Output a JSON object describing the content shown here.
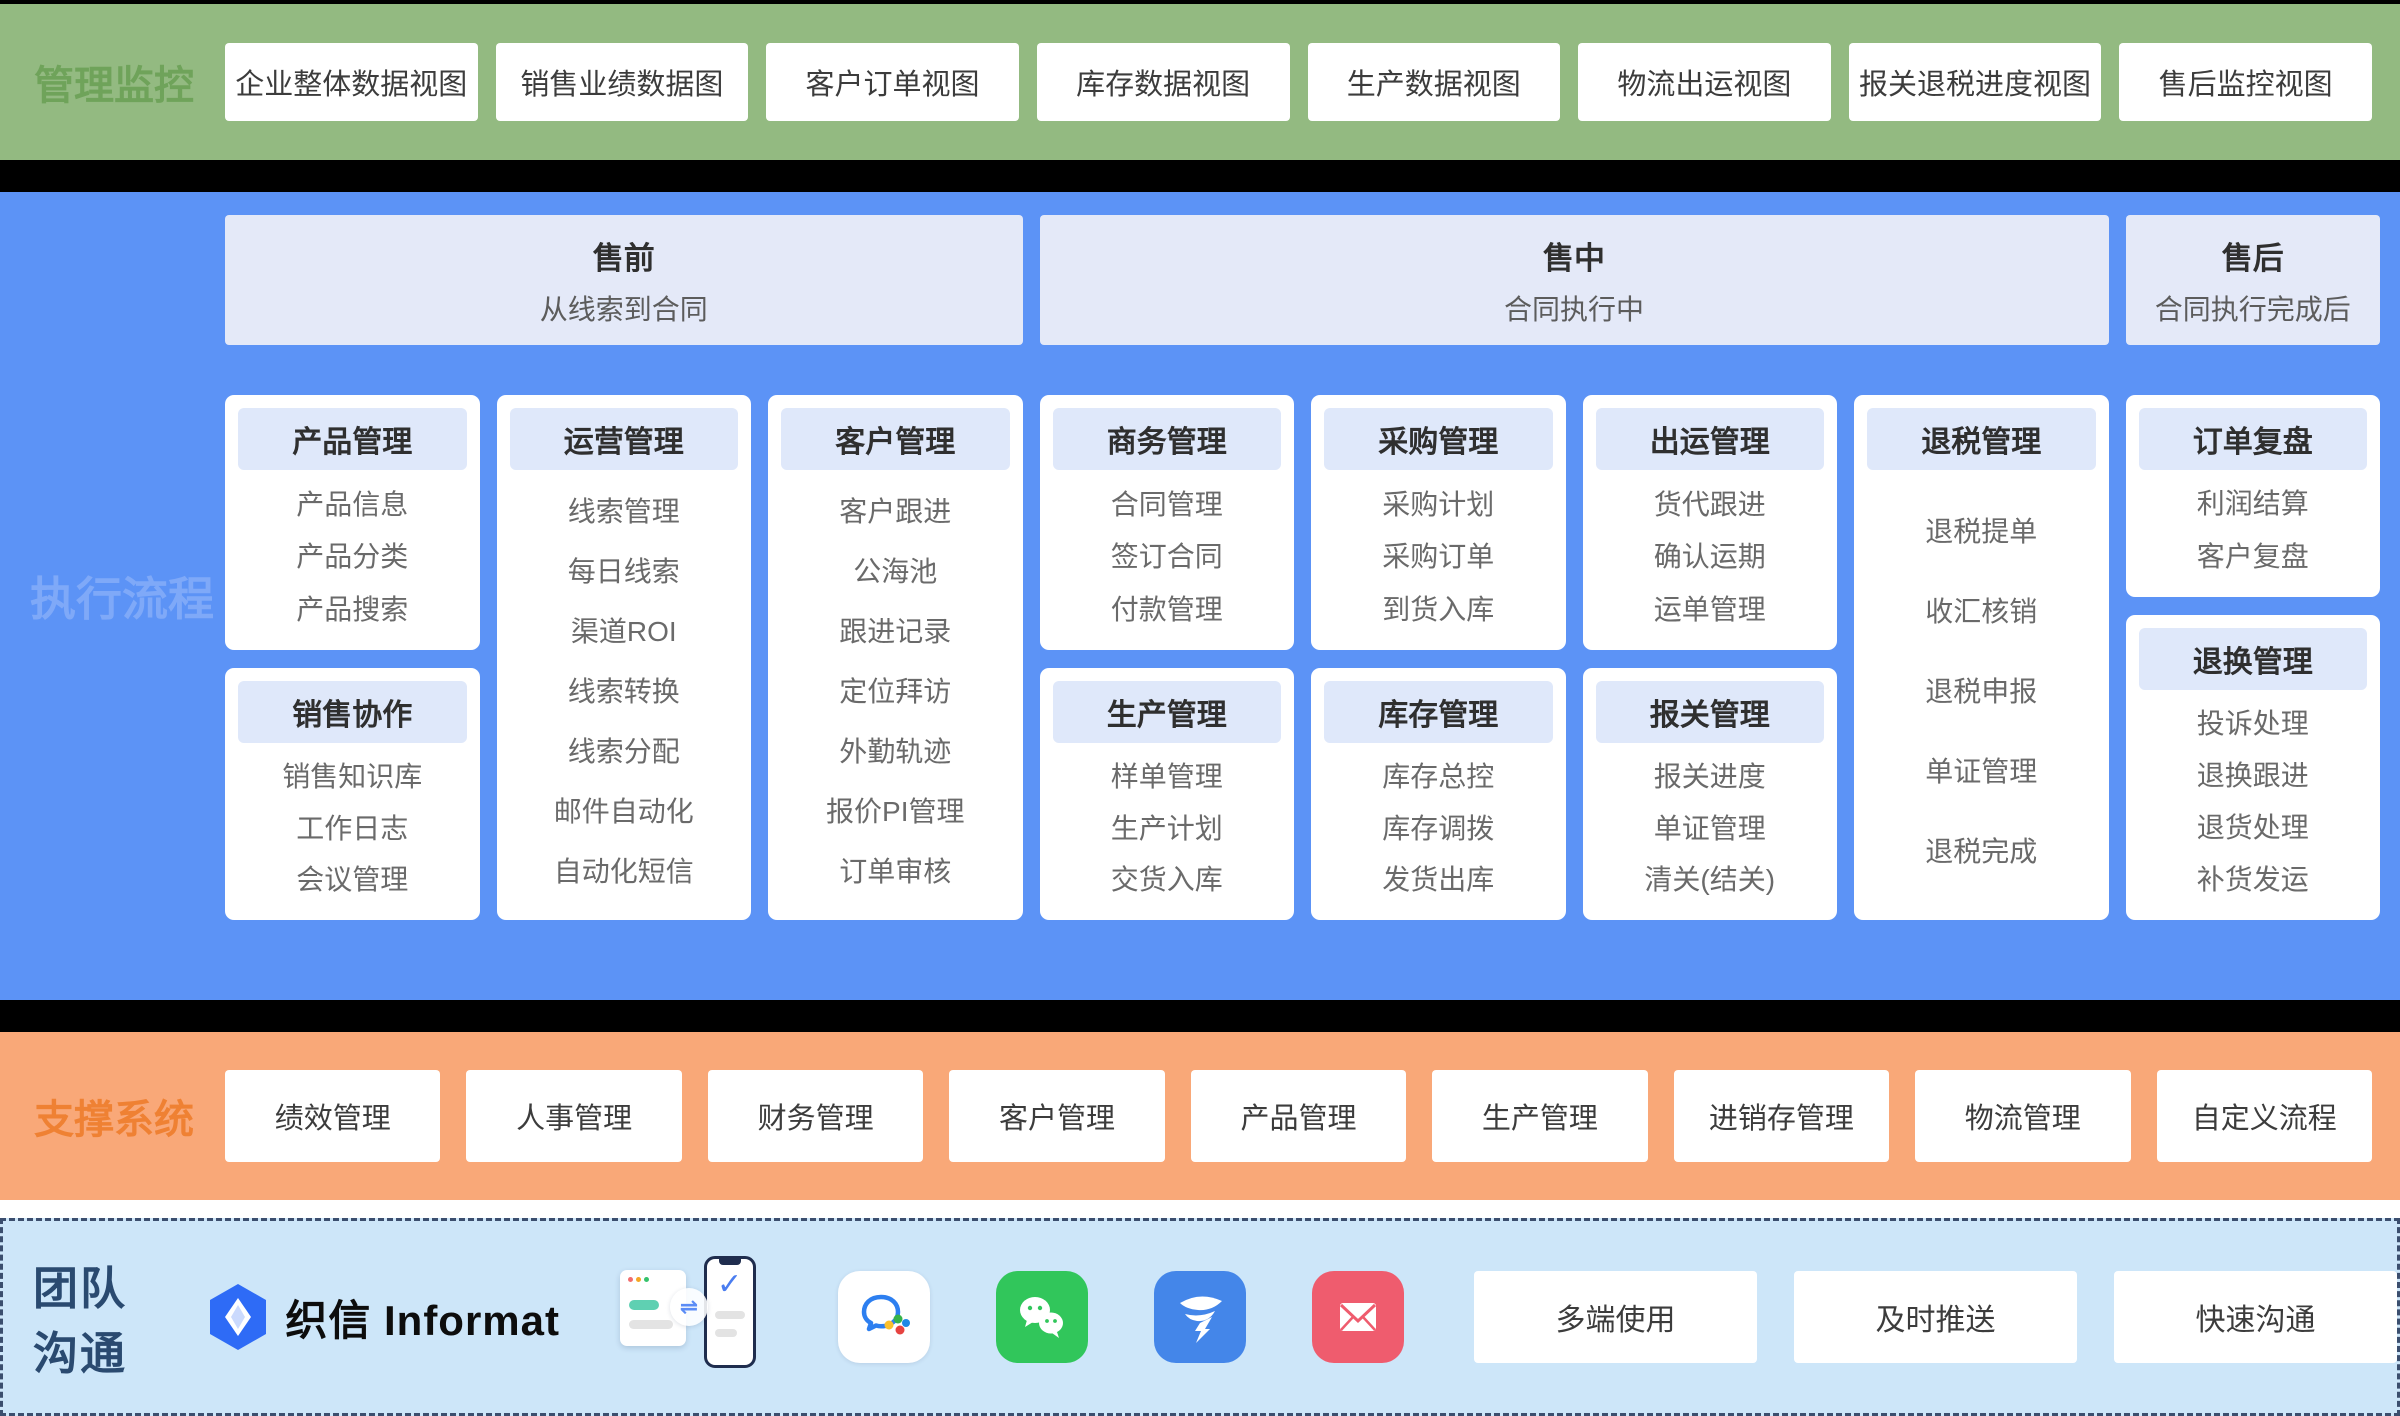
{
  "monitor": {
    "label": "管理监控",
    "items": [
      "企业整体数据视图",
      "销售业绩数据图",
      "客户订单视图",
      "库存数据视图",
      "生产数据视图",
      "物流出运视图",
      "报关退税进度视图",
      "售后监控视图"
    ]
  },
  "execution": {
    "label": "执行流程",
    "phases": [
      {
        "title": "售前",
        "subtitle": "从线索到合同"
      },
      {
        "title": "售中",
        "subtitle": "合同执行中"
      },
      {
        "title": "售后",
        "subtitle": "合同执行完成后"
      }
    ],
    "columns": [
      [
        {
          "title": "产品管理",
          "items": [
            "产品信息",
            "产品分类",
            "产品搜索"
          ]
        },
        {
          "title": "销售协作",
          "items": [
            "销售知识库",
            "工作日志",
            "会议管理"
          ]
        }
      ],
      [
        {
          "title": "运营管理",
          "items": [
            "线索管理",
            "每日线索",
            "渠道ROI",
            "线索转换",
            "线索分配",
            "邮件自动化",
            "自动化短信"
          ]
        }
      ],
      [
        {
          "title": "客户管理",
          "items": [
            "客户跟进",
            "公海池",
            "跟进记录",
            "定位拜访",
            "外勤轨迹",
            "报价PI管理",
            "订单审核"
          ]
        }
      ],
      [
        {
          "title": "商务管理",
          "items": [
            "合同管理",
            "签订合同",
            "付款管理"
          ]
        },
        {
          "title": "生产管理",
          "items": [
            "样单管理",
            "生产计划",
            "交货入库"
          ]
        }
      ],
      [
        {
          "title": "采购管理",
          "items": [
            "采购计划",
            "采购订单",
            "到货入库"
          ]
        },
        {
          "title": "库存管理",
          "items": [
            "库存总控",
            "库存调拨",
            "发货出库"
          ]
        }
      ],
      [
        {
          "title": "出运管理",
          "items": [
            "货代跟进",
            "确认运期",
            "运单管理"
          ]
        },
        {
          "title": "报关管理",
          "items": [
            "报关进度",
            "单证管理",
            "清关(结关)"
          ]
        }
      ],
      [
        {
          "title": "退税管理",
          "items": [
            "退税提单",
            "收汇核销",
            "退税申报",
            "单证管理",
            "退税完成"
          ]
        }
      ],
      [
        {
          "title": "订单复盘",
          "items": [
            "利润结算",
            "客户复盘"
          ]
        },
        {
          "title": "退换管理",
          "items": [
            "投诉处理",
            "退换跟进",
            "退货处理",
            "补货发运"
          ]
        }
      ]
    ]
  },
  "support": {
    "label": "支撑系统",
    "items": [
      "绩效管理",
      "人事管理",
      "财务管理",
      "客户管理",
      "产品管理",
      "生产管理",
      "进销存管理",
      "物流管理",
      "自定义流程"
    ]
  },
  "communication": {
    "label": "团队沟通",
    "brand": "织信 Informat",
    "app_icons": [
      "wecom-icon",
      "wechat-icon",
      "dingtalk-icon",
      "mail-icon"
    ],
    "swap_glyph": "⇌",
    "check_glyph": "✓",
    "features": [
      "多端使用",
      "及时推送",
      "快速沟通"
    ]
  },
  "colors": {
    "monitor-green": "#93ba81",
    "monitor-label": "#6fa35a",
    "exec-blue": "#5c93f6",
    "exec-label": "#7fa9f8",
    "lavender": "#dfe8fa",
    "phase-bg": "#e4e9f8",
    "support-orange": "#f9a878",
    "support-label": "#ef8133",
    "comm-bg": "#cde6f9",
    "comm-border": "#3b4e6e",
    "comm-label": "#2a4a70",
    "wechat-green": "#31c65b",
    "dingtalk-blue": "#4486e9",
    "mail-red": "#ef5c6e",
    "brand-blue": "#2e6bf6"
  }
}
